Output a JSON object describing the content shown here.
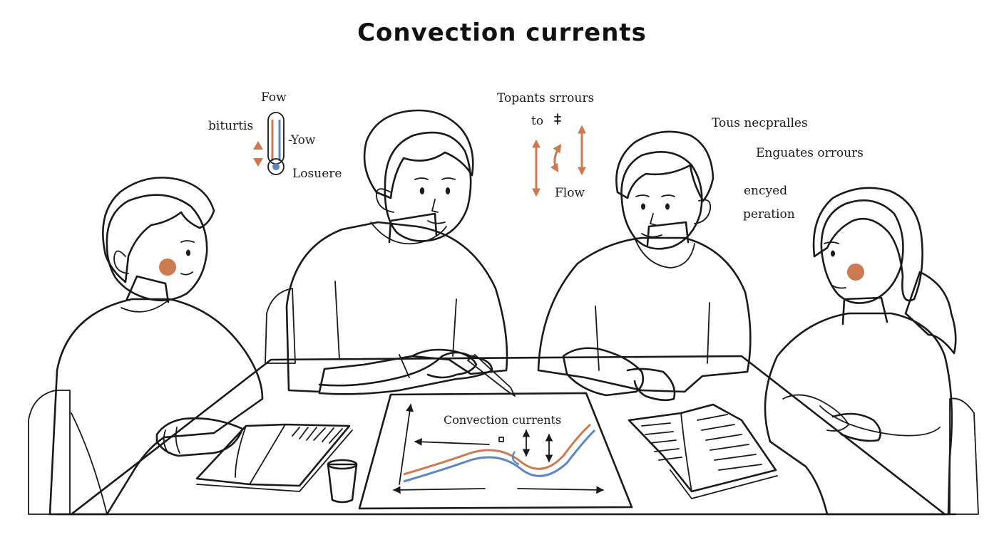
{
  "title": "Convection currents",
  "labels": {
    "fow": "Fow",
    "biturtis": "biturtis",
    "yow": "-Yow",
    "losuere": "Losuere",
    "topants": "Topants srrours",
    "to": "to",
    "flow": "Flow",
    "tous": "Tous necpralles",
    "enguates": "Enguates orrours",
    "encyed": "encyed",
    "peration": "peration"
  },
  "paper": {
    "caption": "Convection currents"
  },
  "colors": {
    "orange": "#cc7a52",
    "blue": "#5b86bf",
    "charcoal": "#4a4f52",
    "outline": "#1a1a1a"
  }
}
